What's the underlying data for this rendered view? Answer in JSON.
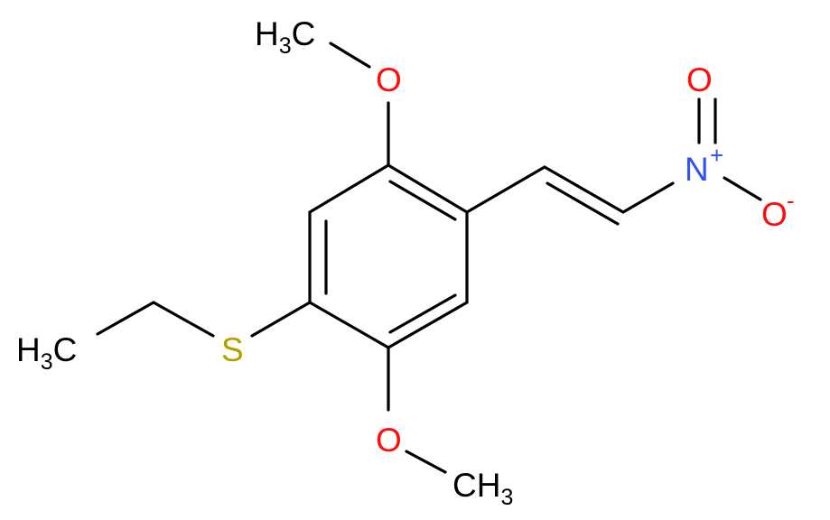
{
  "colors": {
    "bond": "#000000",
    "carbon_label": "#000000",
    "oxygen": "#ff0d0d",
    "nitrogen": "#3050f8",
    "sulfur": "#b2a000"
  },
  "atoms": {
    "methyl_top": {
      "main": "H",
      "sub": "3",
      "tail": "C"
    },
    "oxygen_top": {
      "main": "O"
    },
    "oxygen_nitro_top": {
      "main": "O"
    },
    "nitrogen": {
      "main": "N",
      "charge": "+"
    },
    "oxygen_nitro_right": {
      "main": "O",
      "charge": "-"
    },
    "sulfur": {
      "main": "S"
    },
    "methyl_left": {
      "main": "H",
      "sub": "3",
      "tail": "C"
    },
    "oxygen_bottom": {
      "main": "O"
    },
    "methyl_bottom": {
      "main": "CH",
      "sub": "3"
    }
  }
}
